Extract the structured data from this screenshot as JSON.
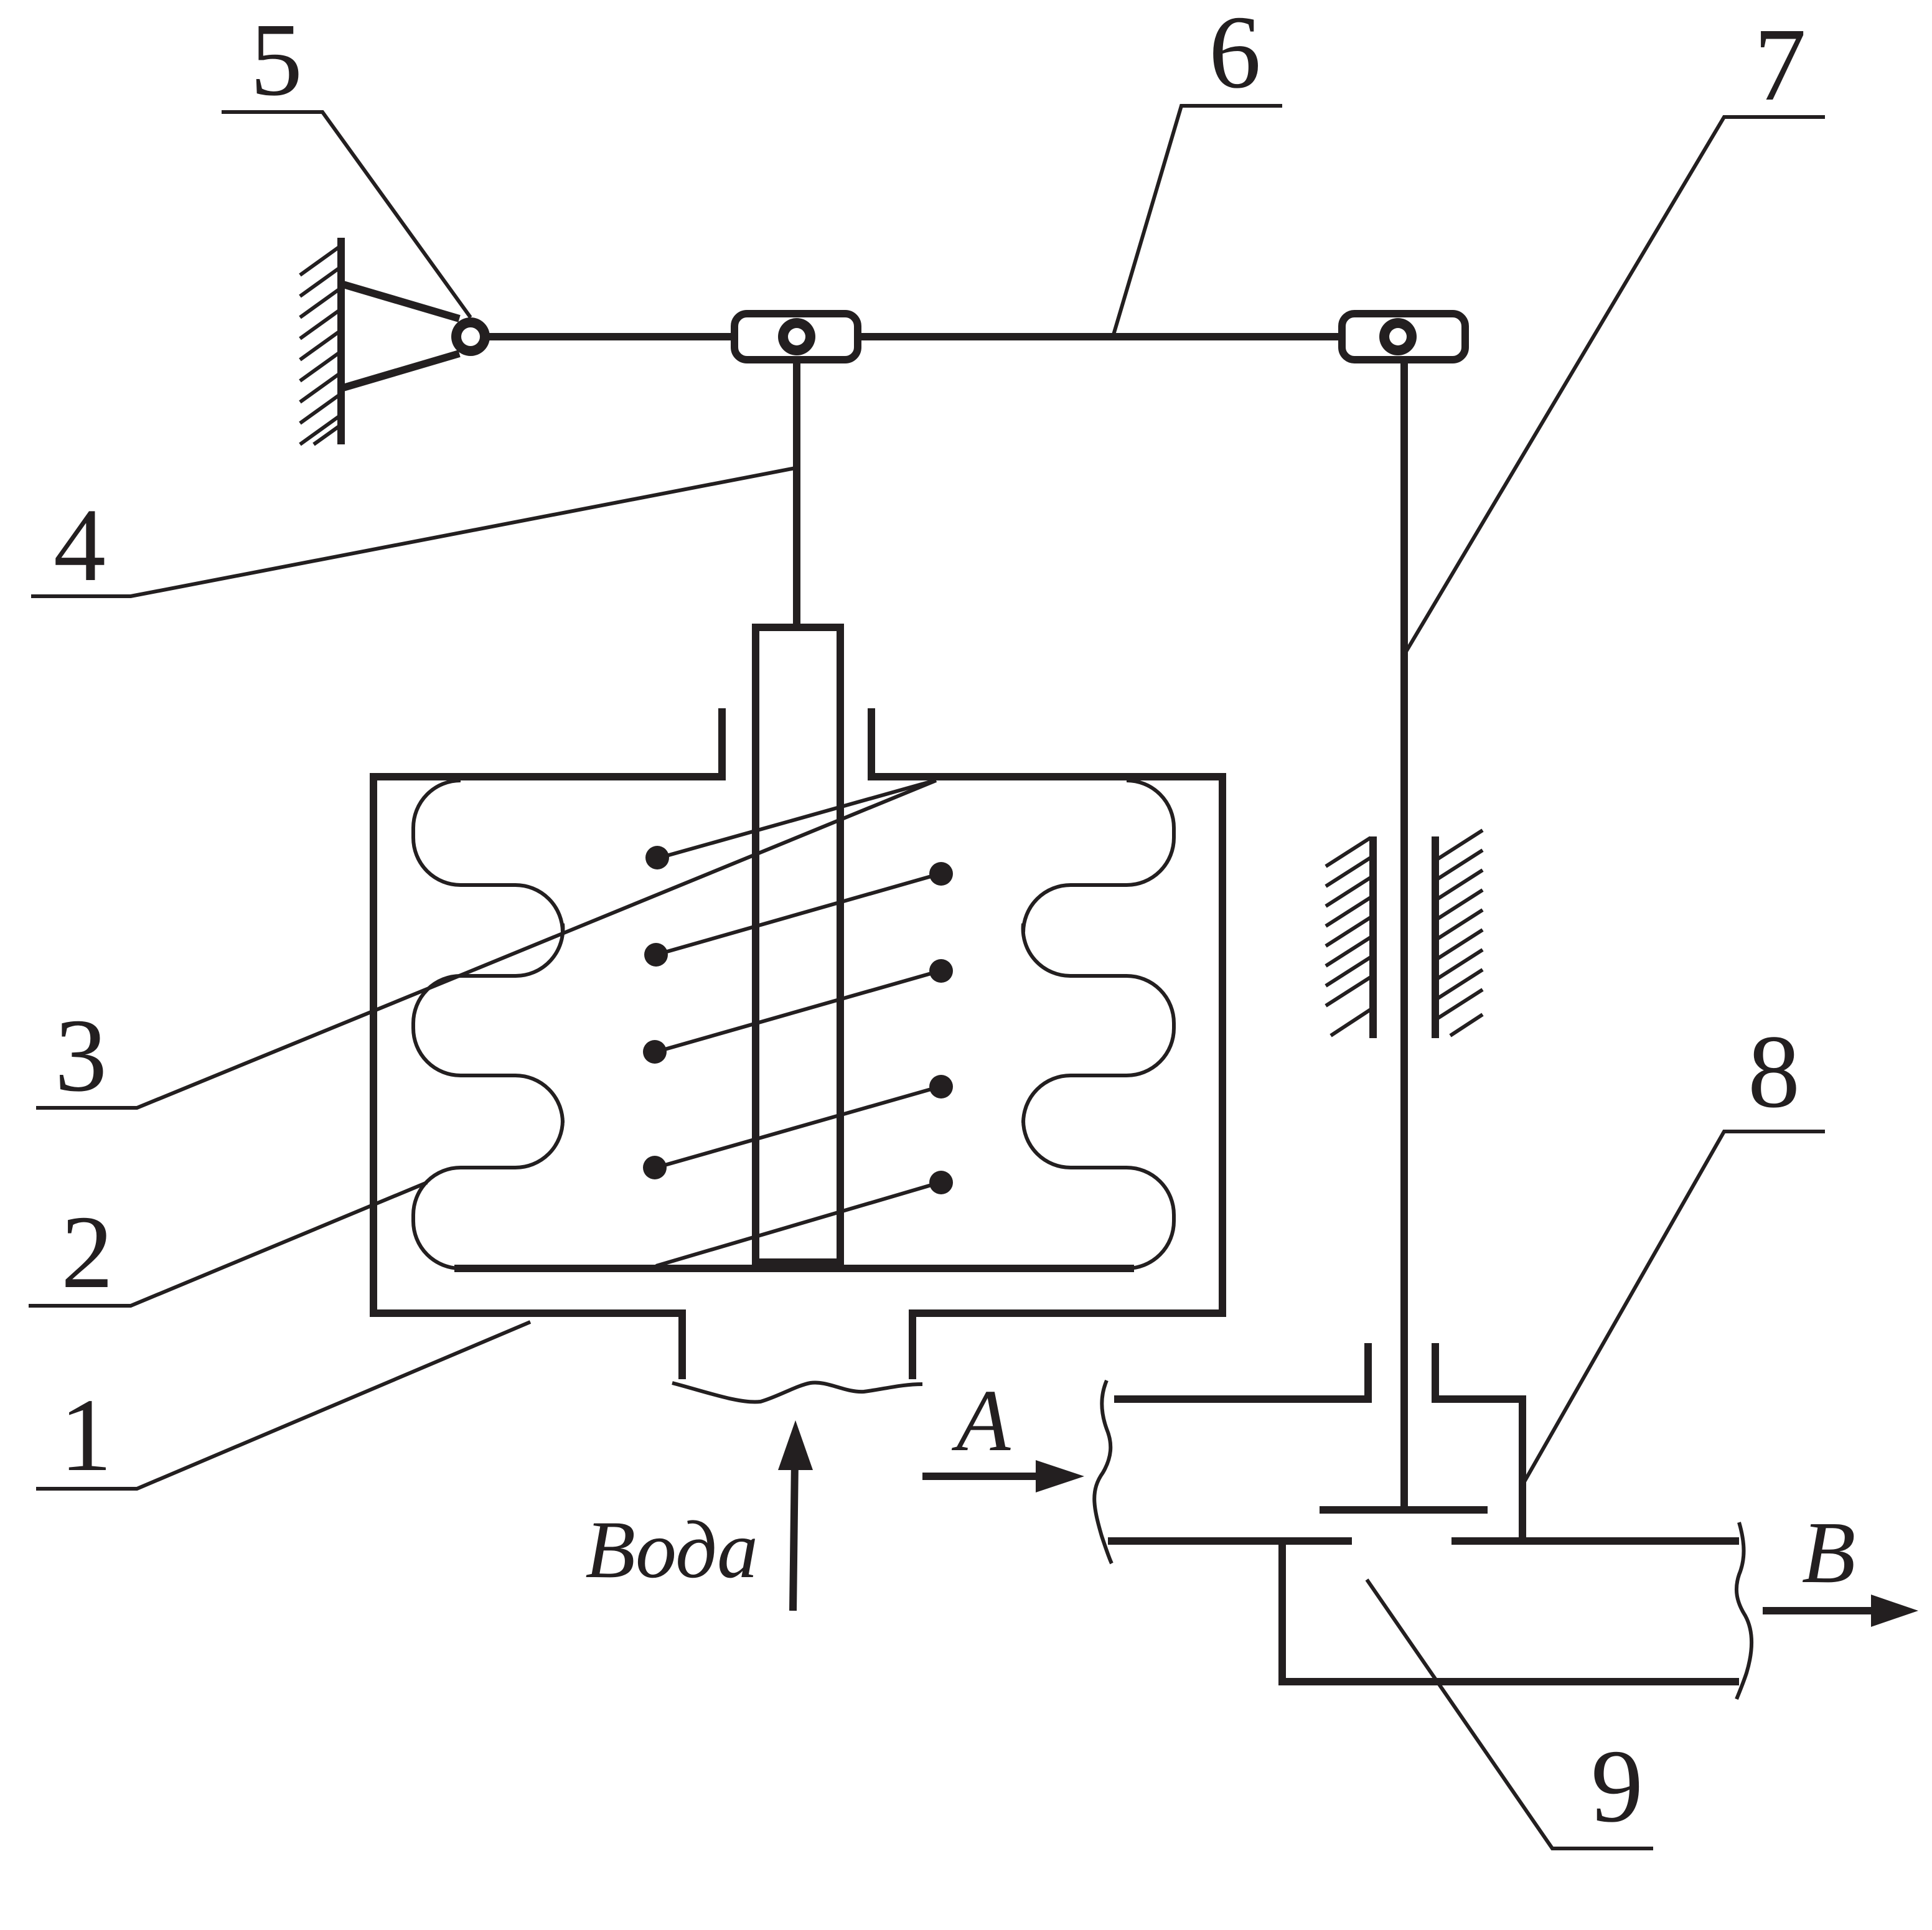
{
  "labels": {
    "l1": "1",
    "l2": "2",
    "l3": "3",
    "l4": "4",
    "l5": "5",
    "l6": "6",
    "l7": "7",
    "l8": "8",
    "l9": "9"
  },
  "flows": {
    "water": "Вода",
    "inlet": "A",
    "outlet": "B"
  },
  "colors": {
    "ink": "#231f20",
    "background": "#ffffff"
  }
}
